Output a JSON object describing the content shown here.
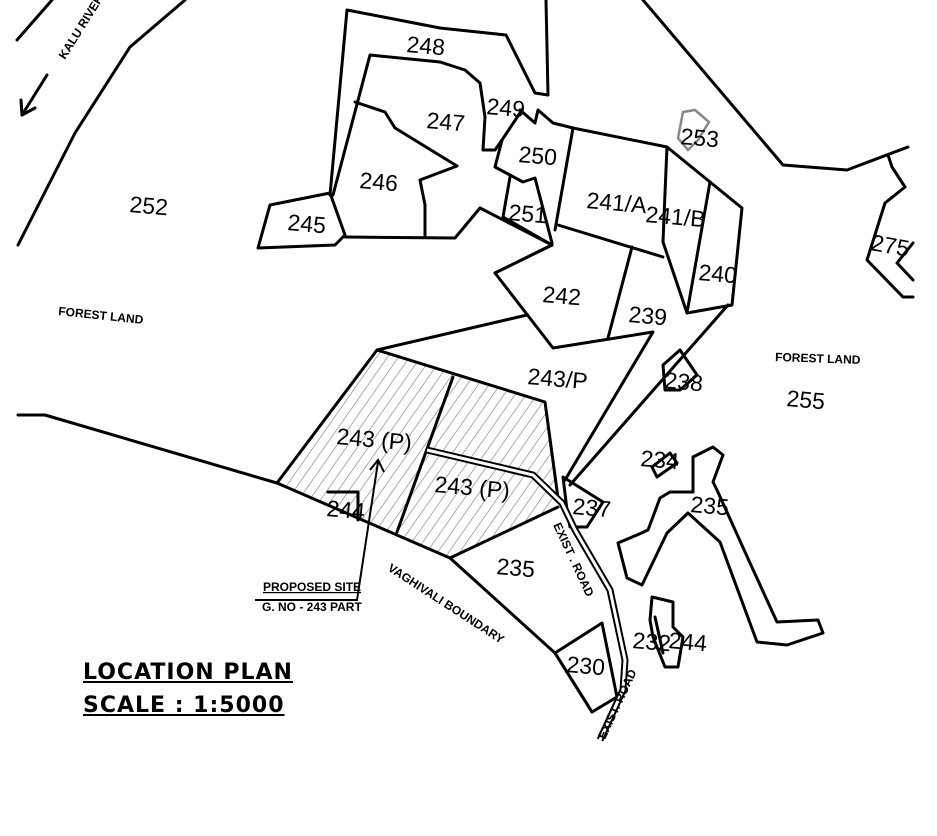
{
  "title": "LOCATION PLAN",
  "scale": "SCALE : 1:5000",
  "river_label": "KALU RIVER",
  "forest_left": "FOREST LAND",
  "forest_right": "FOREST LAND",
  "boundary_label": "VAGHIVALI BOUNDARY",
  "road_label_1": "EXIST . ROAD",
  "road_label_2": "EXIST. ROAD",
  "proposed_site": "PROPOSED SITE",
  "proposed_gno": "G. NO - 243 PART",
  "plots": [
    "248",
    "247",
    "249",
    "246",
    "250",
    "253",
    "252",
    "245",
    "251",
    "241/A",
    "241/B",
    "275",
    "240",
    "242",
    "239",
    "243/P",
    "238",
    "255",
    "243 (P)",
    "243 (P)",
    "234",
    "235",
    "244",
    "237",
    "235",
    "232",
    "244",
    "230"
  ],
  "colors": {
    "line": "#000000",
    "plot_253": "#888888",
    "hatch": "#777777"
  }
}
